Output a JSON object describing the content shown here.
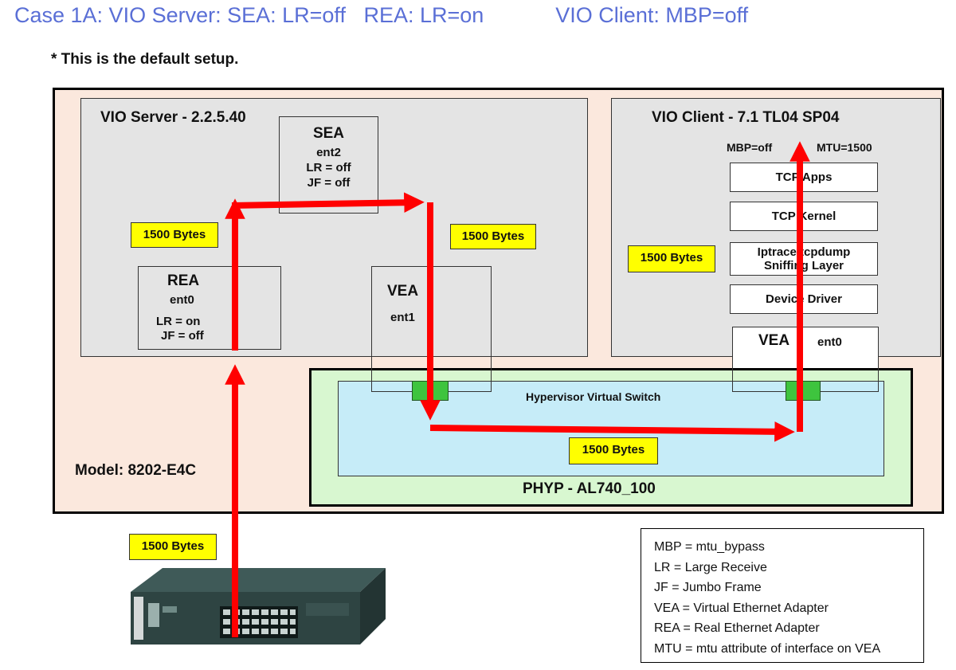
{
  "header": {
    "title": "Case 1A: VIO Server: SEA: LR=off   REA: LR=on            VIO Client: MBP=off",
    "subtitle": "* This is the default setup."
  },
  "model": {
    "label": "Model: 8202-E4C"
  },
  "vio_server": {
    "title": "VIO Server - 2.2.5.40",
    "sea": {
      "name": "SEA",
      "device": "ent2",
      "lr": "LR = off",
      "jf": "JF = off"
    },
    "rea": {
      "name": "REA",
      "device": "ent0",
      "lr": "LR = on",
      "jf": "JF = off"
    },
    "vea": {
      "name": "VEA",
      "device": "ent1"
    }
  },
  "vio_client": {
    "title": "VIO Client - 7.1 TL04 SP04",
    "mbp": "MBP=off",
    "mtu": "MTU=1500",
    "layers": [
      "TCP Apps",
      "TCP Kernel",
      "Iptrace/tcpdump\nSniffing Layer",
      "Device Driver"
    ],
    "vea": {
      "name": "VEA",
      "device": "ent0"
    }
  },
  "phyp": {
    "label": "PHYP - AL740_100",
    "switch_label": "Hypervisor Virtual Switch"
  },
  "packet_labels": {
    "server_left": "1500 Bytes",
    "server_right": "1500 Bytes",
    "client": "1500 Bytes",
    "hypervisor": "1500 Bytes",
    "external": "1500 Bytes"
  },
  "legend": [
    "MBP = mtu_bypass",
    "LR = Large Receive",
    "JF = Jumbo Frame",
    "VEA = Virtual Ethernet Adapter",
    "REA = Real Ethernet Adapter",
    "MTU = mtu attribute of interface on VEA"
  ],
  "colors": {
    "title": "#5a6fd6",
    "flow_arrow": "#ff0000",
    "packet_label_bg": "#ffff00",
    "model_bg": "#fbe8dd",
    "phyp_bg": "#d8f7d0",
    "hypervisor_bg": "#c6ecf8",
    "port": "#3ec43e"
  },
  "switch_icon": "network-switch-icon"
}
